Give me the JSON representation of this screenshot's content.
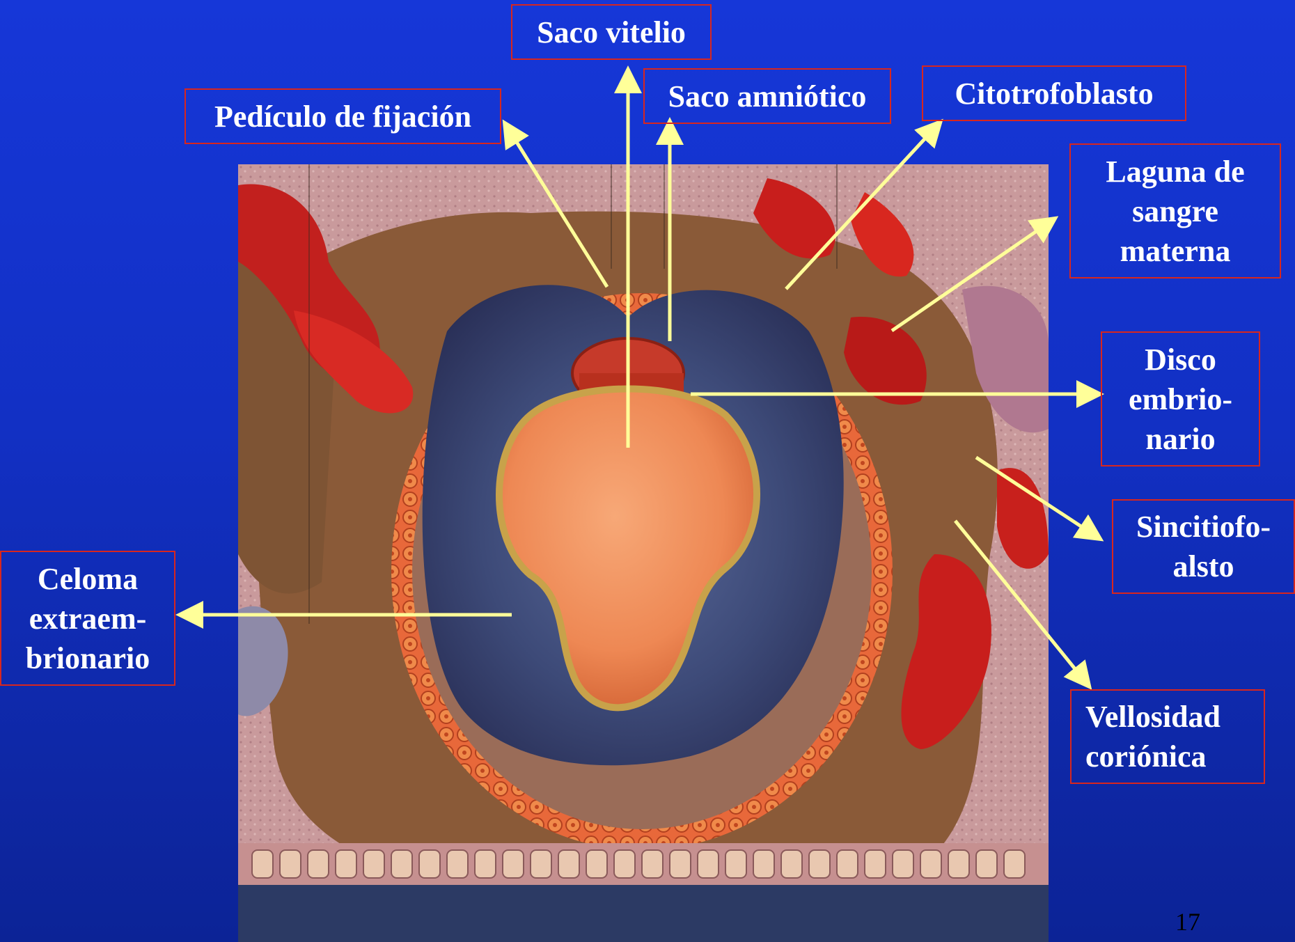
{
  "slide": {
    "page_number": "17",
    "labels": {
      "saco_vitelio": "Saco vitelio",
      "pediculo": "Pedículo de fijación",
      "saco_amniotico": "Saco amniótico",
      "citotrofoblasto": "Citotrofoblasto",
      "laguna": "Laguna de\nsangre\nmaterna",
      "disco": "Disco\nembrio-\nnario",
      "sincitio": "Sincitiofo-\nalsto",
      "vellosidad": "Vellosidad\ncoriónica",
      "celoma": "Celoma\nextraem-\nbrionario"
    }
  },
  "colors": {
    "background": "#1637d8",
    "label_border": "#d8261e",
    "arrow": "#ffff99",
    "label_text": "#ffffff"
  }
}
